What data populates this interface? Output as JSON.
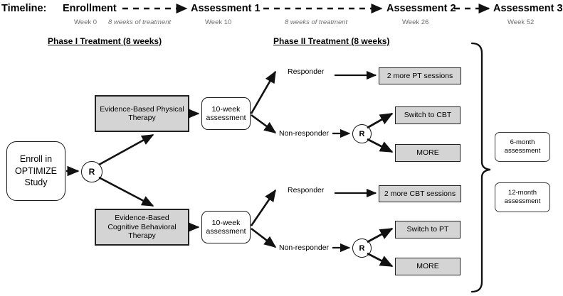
{
  "timeline": {
    "label": "Timeline:",
    "nodes": [
      {
        "name": "Enrollment",
        "week": "Week 0"
      },
      {
        "name": "Assessment 1",
        "week": "Week 10"
      },
      {
        "name": "Assessment 2",
        "week": "Week 26"
      },
      {
        "name": "Assessment 3",
        "week": "Week 52"
      }
    ],
    "segments": [
      {
        "caption": "8 weeks of treatment"
      },
      {
        "caption": "8 weeks of treatment"
      }
    ]
  },
  "phases": [
    {
      "title": "Phase I Treatment (8 weeks)"
    },
    {
      "title": "Phase II Treatment (8 weeks)"
    }
  ],
  "flow": {
    "enroll": "Enroll in\nOPTIMIZE\nStudy",
    "enroll_lines": [
      "Enroll in",
      "OPTIMIZE",
      "Study"
    ],
    "randomize_symbol": "R",
    "arm_top": {
      "treatment_lines": [
        "Evidence-Based Physical",
        "Therapy"
      ],
      "assessment_lines": [
        "10-week",
        "assessment"
      ],
      "responder_label": "Responder",
      "responder_outcome": "2 more PT sessions",
      "nonresponder_label": "Non-responder",
      "nonresponder_options": [
        "Switch to CBT",
        "MORE"
      ]
    },
    "arm_bottom": {
      "treatment_lines": [
        "Evidence-Based",
        "Cognitive Behavioral",
        "Therapy"
      ],
      "assessment_lines": [
        "10-week",
        "assessment"
      ],
      "responder_label": "Responder",
      "responder_outcome": "2 more CBT sessions",
      "nonresponder_label": "Non-responder",
      "nonresponder_options": [
        "Switch to PT",
        "MORE"
      ]
    }
  },
  "followups": [
    {
      "lines": [
        "6-month",
        "assessment"
      ],
      "l1": "6-month",
      "l2": "assessment"
    },
    {
      "lines": [
        "12-month",
        "assessment"
      ],
      "l1": "12-month",
      "l2": "assessment"
    }
  ],
  "colors": {
    "box_gray": "#d4d4d4",
    "stroke": "#1b1b1b",
    "muted_text": "#6f6f6f",
    "background": "#ffffff"
  }
}
